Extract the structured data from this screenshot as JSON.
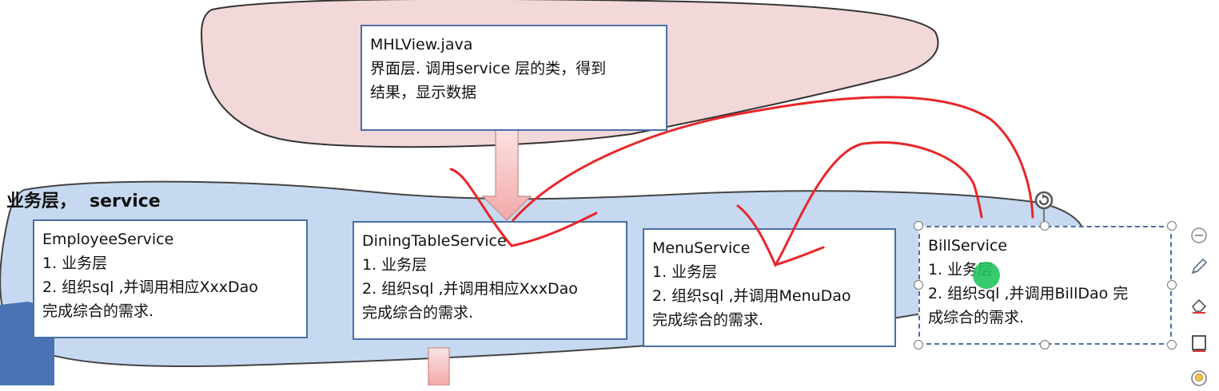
{
  "view_box": {
    "title": "MHLView.java",
    "desc": [
      "界面层. 调用service 层的类，得到",
      "结果，显示数据"
    ]
  },
  "layer_label": {
    "cn": "业务层，",
    "en": "service"
  },
  "services": [
    {
      "title": "EmployeeService",
      "lines": [
        "1. 业务层",
        "2. 组织sql ,并调用相应XxxDao",
        "完成综合的需求."
      ]
    },
    {
      "title": "DiningTableService",
      "lines": [
        "1. 业务层",
        "2. 组织sql ,并调用相应XxxDao",
        "完成综合的需求."
      ]
    },
    {
      "title": "MenuService",
      "lines": [
        "1. 业务层",
        "2. 组织sql ,并调用MenuDao",
        "完成综合的需求."
      ]
    },
    {
      "title": "BillService",
      "lines": [
        "1. 业务层",
        "2. 组织sql ,并调用BillDao 完",
        "成综合的需求."
      ]
    }
  ],
  "toolbar": {
    "icons": [
      "minus-circle-icon",
      "pen-icon",
      "eraser-icon",
      "square-icon",
      "light-bulb-icon"
    ]
  },
  "colors": {
    "top_blob": "#f2d8d8",
    "service_blob": "#c6d9f0",
    "box_border": "#4a6fa5",
    "arrow": "#f4b7b7",
    "annotation": "#e8262a",
    "pointer": "#22c55e",
    "corner_shape": "#4a73b5"
  }
}
